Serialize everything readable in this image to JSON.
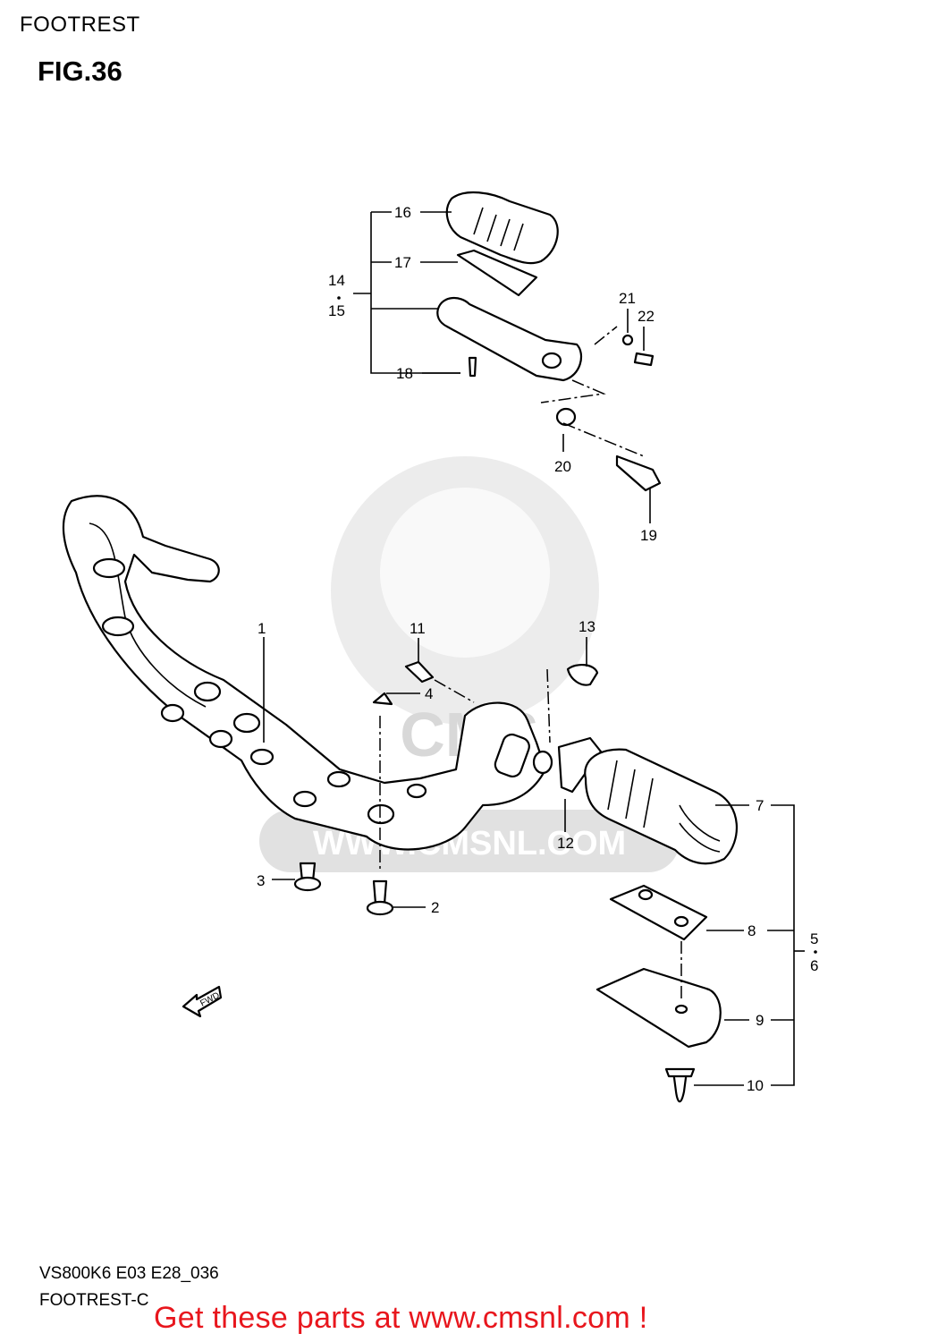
{
  "header": {
    "title": "FOOTREST",
    "figure": "FIG.36"
  },
  "watermark": {
    "text": "WWW.CMSNL.COM",
    "logo": "CMS"
  },
  "direction_marker": {
    "label": "FWD"
  },
  "part_labels": [
    "1",
    "2",
    "3",
    "4",
    "5",
    "6",
    "7",
    "8",
    "9",
    "10",
    "11",
    "12",
    "13",
    "14",
    "15",
    "16",
    "17",
    "18",
    "19",
    "20",
    "21",
    "22"
  ],
  "footer": {
    "code": "VS800K6 E03 E28_036",
    "sheet": "FOOTREST-C",
    "promo": "Get these parts at www.cmsnl.com !"
  },
  "colors": {
    "promo": "#e8161d",
    "watermark": "#dcdcdc"
  }
}
